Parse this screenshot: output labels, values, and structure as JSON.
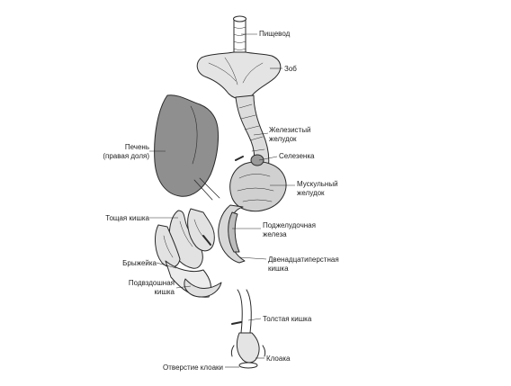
{
  "labels": {
    "esophagus": "Пищевод",
    "crop": "Зоб",
    "proventriculus_1": "Железистый",
    "proventriculus_2": "желудок",
    "spleen": "Селезенка",
    "gizzard_1": "Мускульный",
    "gizzard_2": "желудок",
    "liver_1": "Печень",
    "liver_2": "(правая доля)",
    "jejunum": "Тощая кишка",
    "pancreas_1": "Поджелудочная",
    "pancreas_2": "железа",
    "duodenum_1": "Двенадцатиперстная",
    "duodenum_2": "кишка",
    "mesentery": "Брыжейка",
    "ileum_1": "Подвздошная",
    "ileum_2": "кишка",
    "colon": "Толстая кишка",
    "cloaca": "Клоака",
    "vent": "Отверстие клоаки"
  },
  "colors": {
    "line": "#2a2a2a",
    "liver_fill": "#8f8f8f",
    "organ_fill": "#d6d6d6",
    "crop_fill": "#e4e4e4"
  }
}
